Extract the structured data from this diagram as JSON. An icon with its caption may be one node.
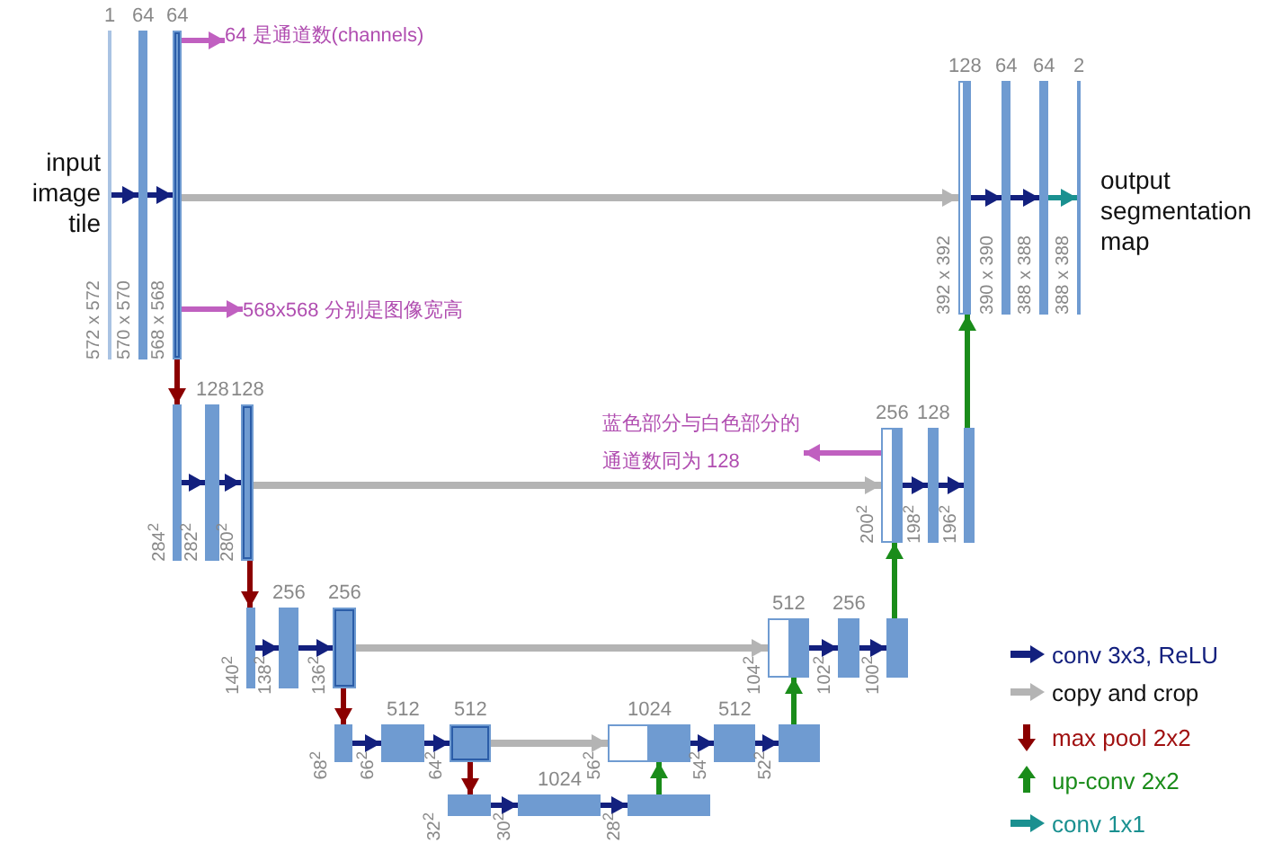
{
  "diagram": {
    "nodes": [
      {
        "text": [
          "1"
        ],
        "beside": [
          "572 x 572"
        ]
      },
      {
        "text": [
          "64"
        ],
        "beside": [
          "570 x 570"
        ]
      },
      {
        "text": [
          "64"
        ],
        "beside": [
          "568 x 568"
        ]
      },
      {
        "text": [],
        "shape": "bar",
        "beside": [
          "284$^{2}$"
        ]
      },
      {
        "text": [
          "128"
        ],
        "beside": [
          "282$^{2}$"
        ]
      },
      {
        "text": [
          "128"
        ],
        "beside": [
          "280$^{2}$"
        ]
      },
      {
        "text": [],
        "shape": "bar",
        "beside": [
          "140$^{2}$"
        ]
      },
      {
        "text": [
          "256"
        ],
        "beside": [
          "138$^{2}$"
        ]
      },
      {
        "text": [
          "256"
        ],
        "beside": [
          "136$^{2}$"
        ]
      },
      {
        "text": [],
        "shape": "bar",
        "beside": [
          "68$^{2}$"
        ]
      },
      {
        "text": [
          "512"
        ],
        "beside": [
          "66$^{2}$"
        ]
      },
      {
        "text": [
          "512"
        ],
        "beside": [
          "64$^{2}$"
        ]
      },
      {
        "text": [],
        "shape": "bar",
        "beside": [
          "32$^{2}$"
        ]
      },
      {
        "text": [
          "1024"
        ],
        "beside": [
          "30$^{2}$"
        ]
      },
      {
        "text": [],
        "shape": "bar",
        "beside": [
          "28$^{2}$"
        ]
      },
      {
        "text": [
          "1024"
        ],
        "beside": [
          "56$^{2}$"
        ]
      },
      {
        "text": [
          "512"
        ],
        "beside": [
          "54$^{2}$"
        ]
      },
      {
        "text": [],
        "shape": "bar",
        "beside": [
          "52$^{2}$"
        ]
      },
      {
        "text": [
          "512"
        ],
        "beside": [
          "104$^{2}$"
        ]
      },
      {
        "text": [
          "256"
        ],
        "beside": [
          "102$^{2}$"
        ]
      },
      {
        "text": [],
        "shape": "bar",
        "beside": [
          "100$^{2}$"
        ]
      },
      {
        "text": [
          "256"
        ],
        "beside": [
          "200$^{2}$"
        ]
      },
      {
        "text": [
          "128"
        ],
        "beside": [
          "198$^{2}$"
        ]
      },
      {
        "text": [],
        "shape": "bar",
        "beside": [
          "196$^{2}$"
        ]
      },
      {
        "text": [
          "128"
        ],
        "beside": [
          "392 x 392"
        ]
      },
      {
        "text": [
          "64"
        ],
        "beside": [
          "390 x 390"
        ]
      },
      {
        "text": [
          "64"
        ],
        "beside": [
          "388 x 388"
        ]
      },
      {
        "text": [
          "2"
        ],
        "beside": [
          "388 x 388"
        ]
      },
      {
        "text": [
          "64 是通道数(channels)"
        ]
      },
      {
        "text": [
          "568x568 分别是图像宽高"
        ]
      },
      {
        "text": [
          "蓝色部分与白色部分的通道数同为 128"
        ]
      }
    ],
    "edges": [
      {
        "from": 0,
        "to": 1,
        "arrow": "to"
      },
      {
        "from": 1,
        "to": 2,
        "arrow": "to"
      },
      {
        "from": 2,
        "to": 3,
        "arrow": "to",
        "color": "#8b0000"
      },
      {
        "from": 3,
        "to": 4,
        "arrow": "to"
      },
      {
        "from": 4,
        "to": 5,
        "arrow": "to"
      },
      {
        "from": 5,
        "to": 6,
        "arrow": "to",
        "color": "#8b0000"
      },
      {
        "from": 6,
        "to": 7,
        "arrow": "to"
      },
      {
        "from": 7,
        "to": 8,
        "arrow": "to"
      },
      {
        "from": 8,
        "to": 9,
        "arrow": "to",
        "color": "#8b0000"
      },
      {
        "from": 9,
        "to": 10,
        "arrow": "to"
      },
      {
        "from": 10,
        "to": 11,
        "arrow": "to"
      },
      {
        "from": 11,
        "to": 12,
        "arrow": "to",
        "color": "#8b0000"
      },
      {
        "from": 12,
        "to": 13,
        "arrow": "to"
      },
      {
        "from": 13,
        "to": 14,
        "arrow": "to"
      },
      {
        "from": 14,
        "to": 15,
        "arrow": "to",
        "color": "#1a8c1a"
      },
      {
        "from": 15,
        "to": 16,
        "arrow": "to"
      },
      {
        "from": 16,
        "to": 17,
        "arrow": "to"
      },
      {
        "from": 17,
        "to": 18,
        "arrow": "to",
        "color": "#1a8c1a"
      },
      {
        "from": 18,
        "to": 19,
        "arrow": "to"
      },
      {
        "from": 19,
        "to": 20,
        "arrow": "to"
      },
      {
        "from": 20,
        "to": 21,
        "arrow": "to",
        "color": "#1a8c1a"
      },
      {
        "from": 21,
        "to": 22,
        "arrow": "to"
      },
      {
        "from": 22,
        "to": 23,
        "arrow": "to"
      },
      {
        "from": 23,
        "to": 24,
        "arrow": "to",
        "color": "#1a8c1a"
      },
      {
        "from": 24,
        "to": 25,
        "arrow": "to"
      },
      {
        "from": 25,
        "to": 26,
        "arrow": "to"
      },
      {
        "from": 26,
        "to": 27,
        "arrow": "to",
        "color": "#1a9090"
      },
      {
        "from": 2,
        "to": 24,
        "arrow": "to",
        "color": "#b4b4b4"
      },
      {
        "from": 5,
        "to": 21,
        "arrow": "to",
        "color": "#b4b4b4"
      },
      {
        "from": 8,
        "to": 18,
        "arrow": "to",
        "color": "#b4b4b4"
      },
      {
        "from": 11,
        "to": 15,
        "arrow": "to",
        "color": "#b4b4b4"
      },
      {
        "from": 2,
        "to": 28,
        "arrow": "to",
        "color": "#c060c0"
      },
      {
        "from": 2,
        "to": 29,
        "arrow": "to",
        "color": "#c060c0"
      },
      {
        "from": 21,
        "to": 30,
        "arrow": "to",
        "color": "#c060c0"
      }
    ],
    "labels": [
      "input image tile",
      "output segmentation map"
    ],
    "legend": [
      {
        "text": "conv 3x3, ReLU"
      },
      {
        "text": "copy and crop"
      },
      {
        "text": "max pool 2x2"
      },
      {
        "text": "up-conv 2x2"
      },
      {
        "text": "conv 1x1"
      }
    ]
  }
}
